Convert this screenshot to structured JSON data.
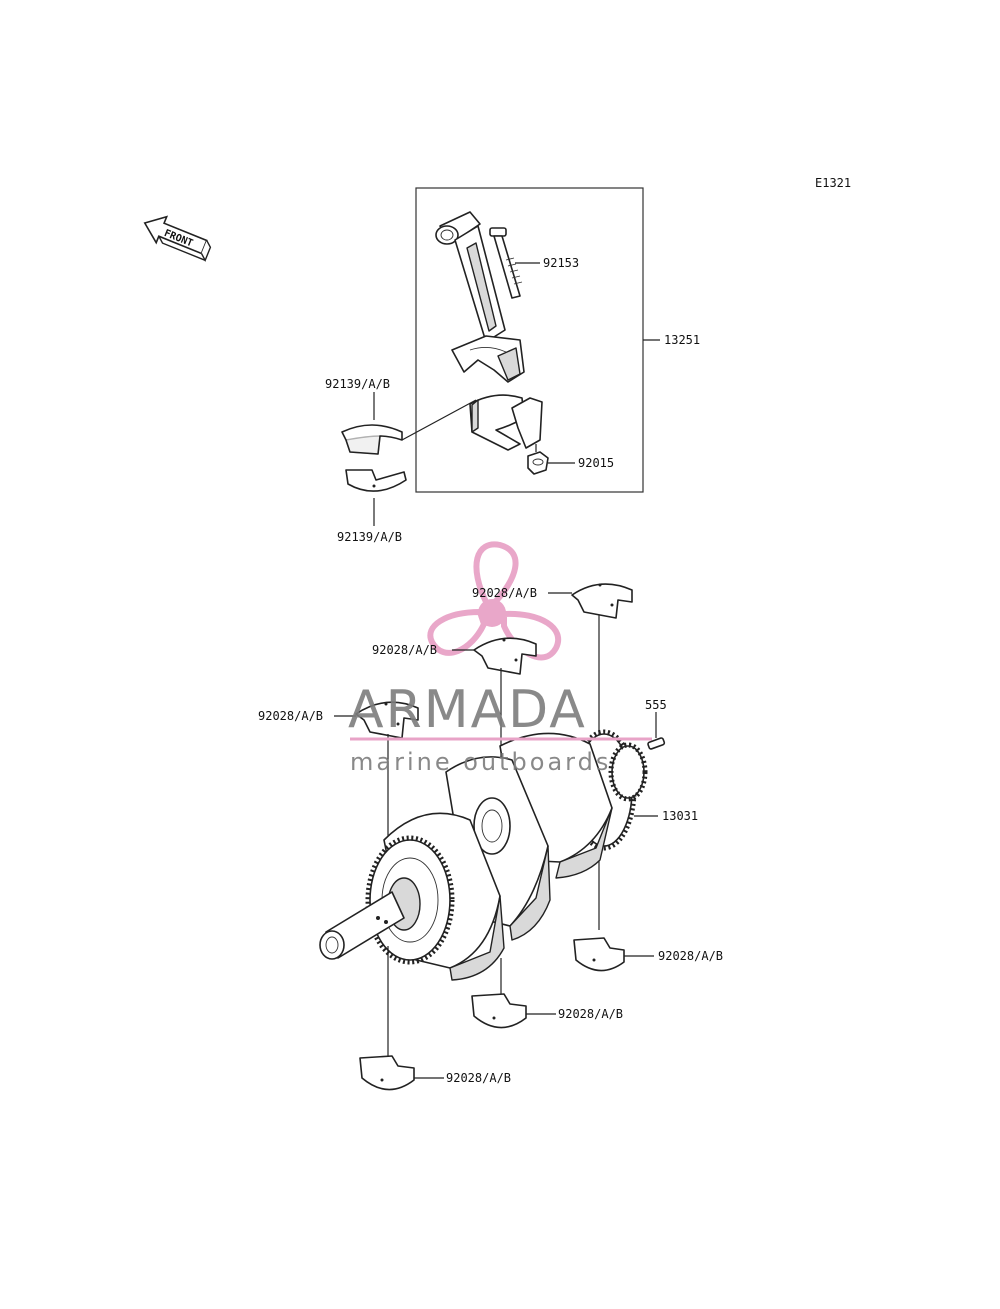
{
  "diagram_code": "E1321",
  "front_label": "FRONT",
  "watermark": {
    "brand": "ARMADA",
    "tagline": "marine outboards",
    "accent_color": "#e8a3c7",
    "text_color": "#7d7d7d"
  },
  "callouts": {
    "bolt": "92153",
    "conrod_assy": "13251",
    "conrod_bearing_upper": "92139/A/B",
    "conrod_bearing_lower": "92139/A/B",
    "nut": "92015",
    "main_bearing_1": "92028/A/B",
    "main_bearing_2": "92028/A/B",
    "main_bearing_3": "92028/A/B",
    "pin": "555",
    "crankshaft": "13031",
    "main_bearing_4": "92028/A/B",
    "main_bearing_5": "92028/A/B",
    "main_bearing_6": "92028/A/B"
  }
}
